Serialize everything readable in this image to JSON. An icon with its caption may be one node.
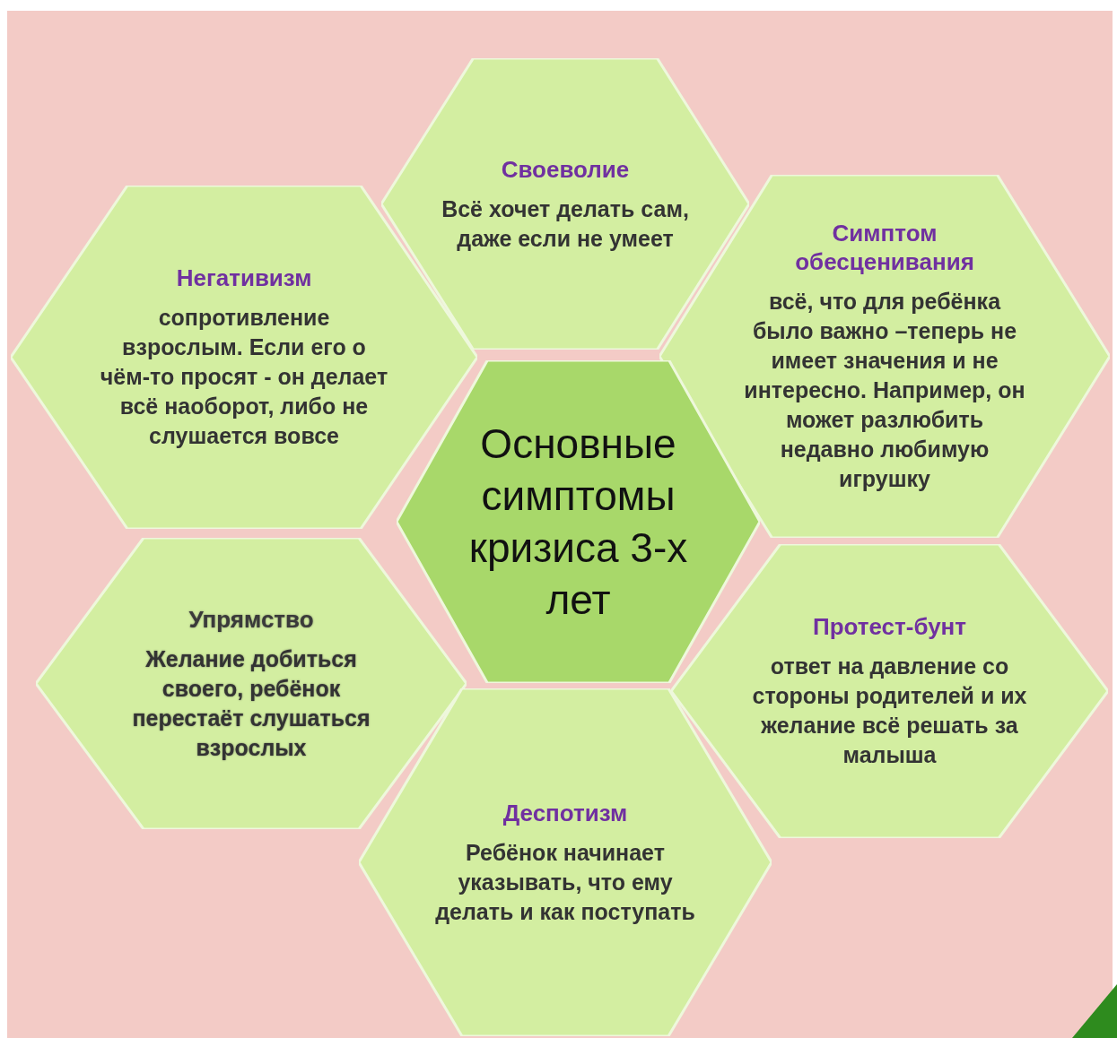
{
  "diagram": {
    "nodes": [
      {
        "text": [
          "Своеволие",
          "Всё хочет делать сам, даже если не умеет"
        ]
      },
      {
        "text": [
          "Негативизм",
          "сопротивление взрослым. Если его о чём-то просят  - он делает всё наоборот, либо не слушается вовсе"
        ]
      },
      {
        "text": [
          "Симптом обесценивания",
          "всё, что для ребёнка было важно –теперь не имеет значения и не интересно. Например, он может разлюбить недавно любимую игрушку"
        ]
      },
      {
        "text": [
          "Основные симптомы кризиса 3-х лет"
        ]
      },
      {
        "text": [
          "Упрямство",
          "Желание добиться своего, ребёнок перестаёт слушаться взрослых"
        ]
      },
      {
        "text": [
          "Протест-бунт",
          "ответ на давление со стороны родителей и их желание всё решать за малыша"
        ]
      },
      {
        "text": [
          "Деспотизм",
          "Ребёнок начинает указывать, что ему делать и как поступать"
        ]
      }
    ]
  }
}
